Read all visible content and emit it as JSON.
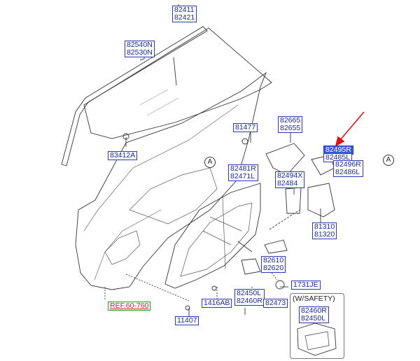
{
  "labels": {
    "l82411": "82411\n82421",
    "l82540": "82540N\n82530N",
    "l81477": "81477",
    "l82665": "82665\n82655",
    "l82495": "82495R",
    "l82485": "82485L",
    "l82496": "82496R\n82486L",
    "l83412": "83412A",
    "l82481": "82481R\n82471L",
    "l82494": "82494X\n82484",
    "l81310": "81310\n81320",
    "l82610": "82610\n82620",
    "l1731": "1731JE",
    "l82450": "82450L\n82460R",
    "l1416": "1416AB",
    "l82473": "82473",
    "l11407": "11407",
    "lref": "REF.60-760",
    "l82460b": "82460R\n82450L"
  },
  "callout_A": "A",
  "note_title": "(W/SAFETY)",
  "colors": {
    "label_border": "#2b3bb8",
    "label_text": "#1a2aa0",
    "highlight_fill": "#3a56e6",
    "arrow": "#e01010",
    "ref_text": "#d0202a",
    "ref_border": "#20a020"
  }
}
